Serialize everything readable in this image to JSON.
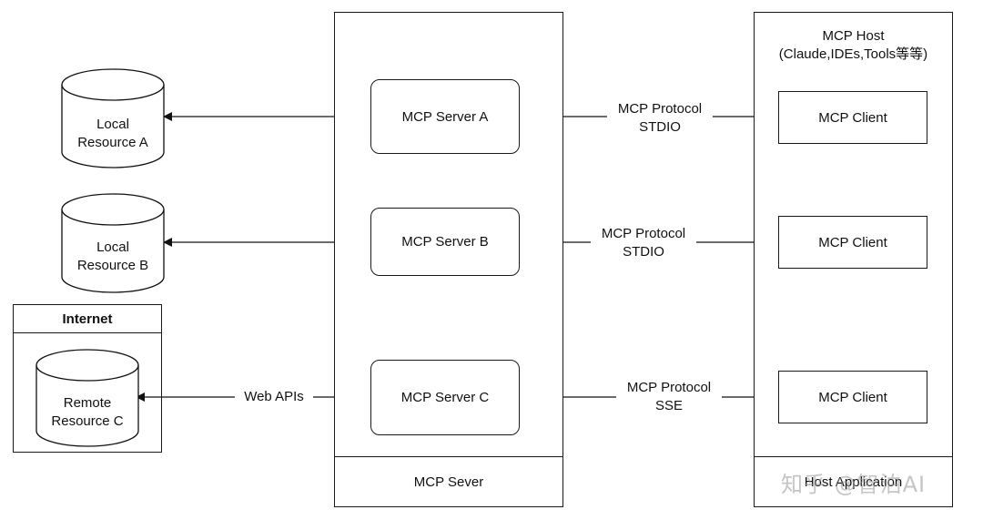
{
  "resources": {
    "local_a": [
      "Local",
      "Resource A"
    ],
    "local_b": [
      "Local",
      "Resource B"
    ],
    "internet_title": "Internet",
    "remote_c": [
      "Remote",
      "Resource C"
    ]
  },
  "server_container": {
    "footer": "MCP Sever",
    "servers": [
      "MCP Server A",
      "MCP Server B",
      "MCP Server C"
    ]
  },
  "host": {
    "title_line1": "MCP Host",
    "title_line2": "(Claude,IDEs,Tools等等)",
    "clients": [
      "MCP Client",
      "MCP Client",
      "MCP Client"
    ],
    "footer": "Host Application"
  },
  "links": {
    "web_apis": "Web APIs",
    "protocol_a": [
      "MCP Protocol",
      "STDIO"
    ],
    "protocol_b": [
      "MCP Protocol",
      "STDIO"
    ],
    "protocol_c": [
      "MCP Protocol",
      "SSE"
    ]
  },
  "watermark": "知乎 @智泊AI"
}
